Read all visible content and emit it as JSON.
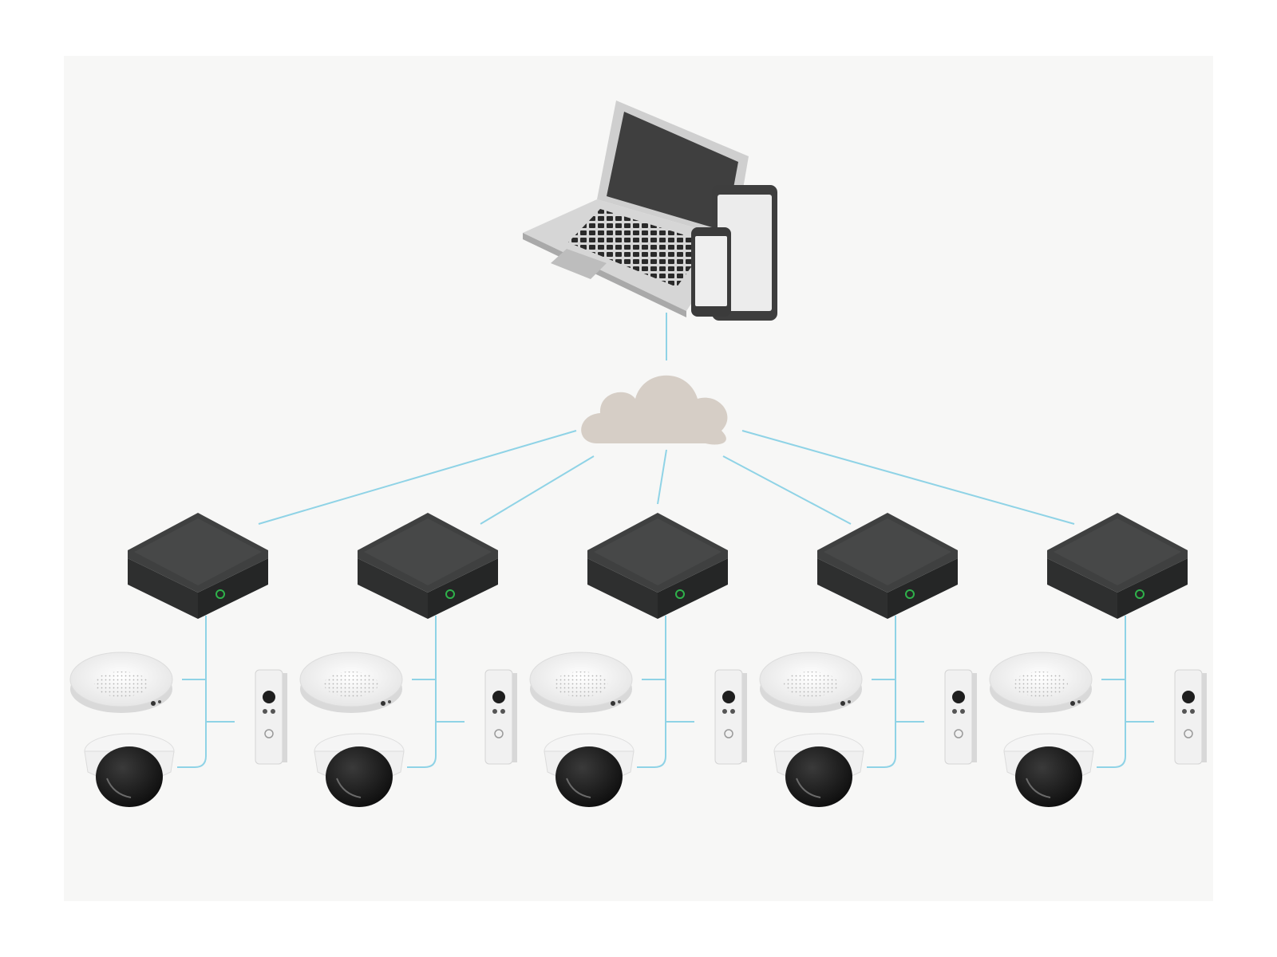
{
  "diagram": {
    "colors": {
      "connector": "#8fd3e6",
      "cloud": "#d6cec6",
      "device_dark": "#3f4040",
      "device_light": "#f3f3f3",
      "status_led": "#2fb14a"
    },
    "clients": [
      {
        "name": "laptop",
        "icon": "laptop-icon"
      },
      {
        "name": "tablet",
        "icon": "tablet-icon"
      },
      {
        "name": "phone",
        "icon": "phone-icon"
      }
    ],
    "network": {
      "name": "cloud",
      "icon": "cloud-icon"
    },
    "sites": [
      {
        "bridge": "bridge-1",
        "devices": [
          "speaker-icon",
          "intercom-icon",
          "dome-camera-icon"
        ]
      },
      {
        "bridge": "bridge-2",
        "devices": [
          "speaker-icon",
          "intercom-icon",
          "dome-camera-icon"
        ]
      },
      {
        "bridge": "bridge-3",
        "devices": [
          "speaker-icon",
          "intercom-icon",
          "dome-camera-icon"
        ]
      },
      {
        "bridge": "bridge-4",
        "devices": [
          "speaker-icon",
          "intercom-icon",
          "dome-camera-icon"
        ]
      },
      {
        "bridge": "bridge-5",
        "devices": [
          "speaker-icon",
          "intercom-icon",
          "dome-camera-icon"
        ]
      }
    ]
  }
}
